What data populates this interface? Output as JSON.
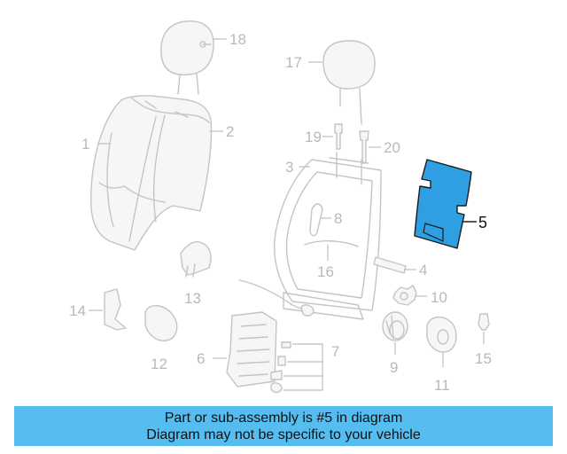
{
  "callouts": {
    "c1": "1",
    "c2": "2",
    "c3": "3",
    "c4": "4",
    "c5": "5",
    "c6": "6",
    "c7": "7",
    "c8": "8",
    "c9": "9",
    "c10": "10",
    "c11": "11",
    "c12": "12",
    "c13": "13",
    "c14": "14",
    "c15": "15",
    "c16": "16",
    "c17": "17",
    "c18": "18",
    "c19": "19",
    "c20": "20"
  },
  "highlight": {
    "part": "5",
    "color": "#2f9fe3"
  },
  "banner": {
    "line1": "Part or sub-assembly is #5 in diagram",
    "line2": "Diagram may not be specific to your vehicle",
    "color": "#55bdf0"
  }
}
